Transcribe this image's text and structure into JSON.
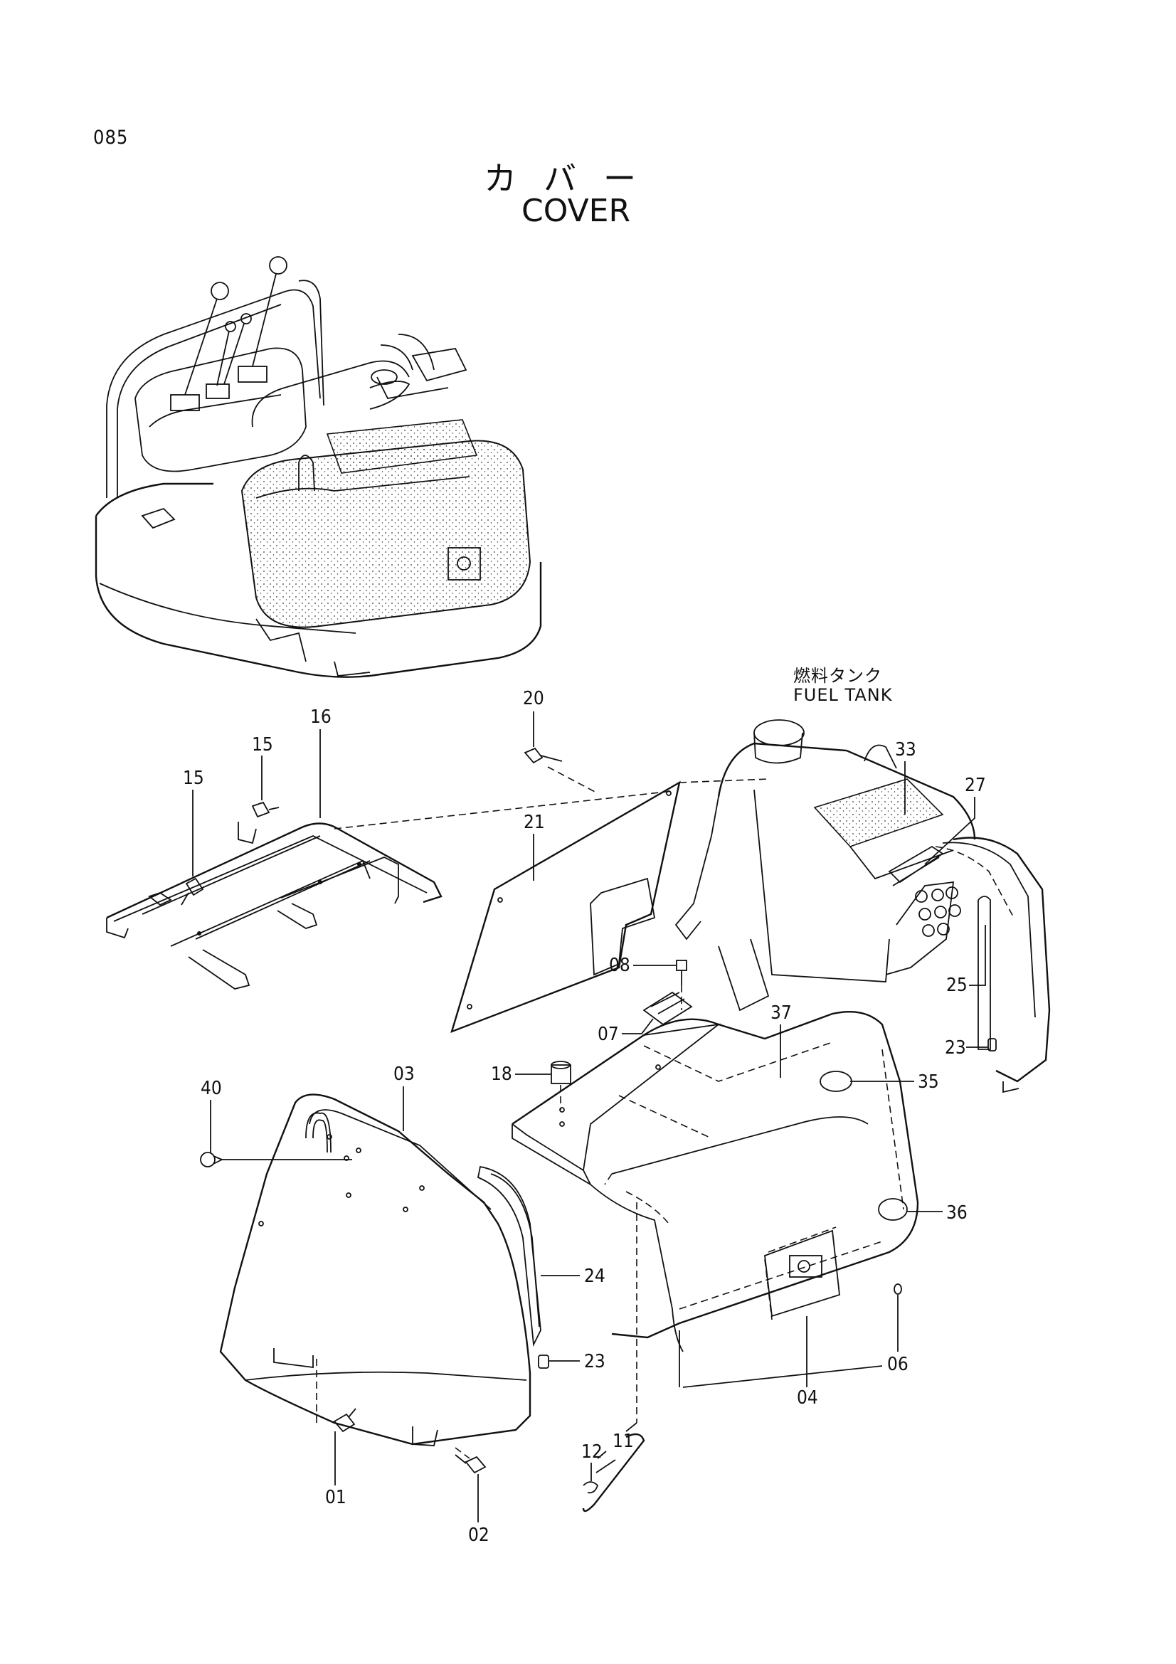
{
  "page_number": "085",
  "title_jp": "カバー",
  "title_en": "COVER",
  "fuel_tank_jp": "燃料タンク",
  "fuel_tank_en": "FUEL TANK",
  "callouts": {
    "c01": "01",
    "c02": "02",
    "c03": "03",
    "c04": "04",
    "c06": "06",
    "c07": "07",
    "c08": "08",
    "c11": "11",
    "c12": "12",
    "c15a": "15",
    "c15b": "15",
    "c16": "16",
    "c18": "18",
    "c20": "20",
    "c21": "21",
    "c23a": "23",
    "c23b": "23",
    "c24": "24",
    "c25": "25",
    "c27": "27",
    "c33": "33",
    "c35": "35",
    "c36": "36",
    "c37": "37",
    "c40": "40"
  }
}
